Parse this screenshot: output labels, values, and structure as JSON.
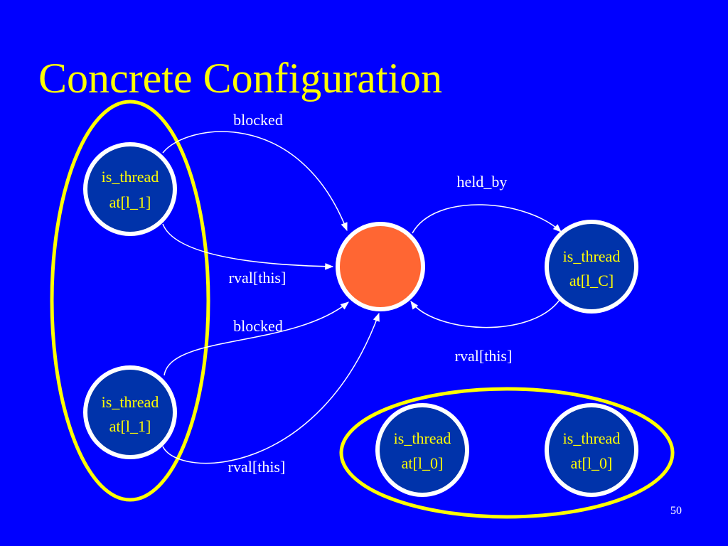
{
  "slide": {
    "title": "Concrete Configuration",
    "page_number": "50"
  },
  "colors": {
    "background": "#0000ff",
    "title": "#ffff00",
    "node_fill": "#0033aa",
    "node_border": "#ffffff",
    "node_text": "#ffff00",
    "lock_fill": "#ff6633",
    "group_outline": "#ffff00",
    "edge": "#ffffff"
  },
  "nodes": {
    "t1": {
      "line1": "is_thread",
      "line2": "at[l_1]"
    },
    "t2": {
      "line1": "is_thread",
      "line2": "at[l_1]"
    },
    "tc": {
      "line1": "is_thread",
      "line2": "at[l_C]"
    },
    "t0a": {
      "line1": "is_thread",
      "line2": "at[l_0]"
    },
    "t0b": {
      "line1": "is_thread",
      "line2": "at[l_0]"
    }
  },
  "edges": {
    "blocked_top": "blocked",
    "rval_top": "rval[this]",
    "blocked_bottom": "blocked",
    "rval_bottom": "rval[this]",
    "held_by": "held_by",
    "rval_lock": "rval[this]"
  }
}
